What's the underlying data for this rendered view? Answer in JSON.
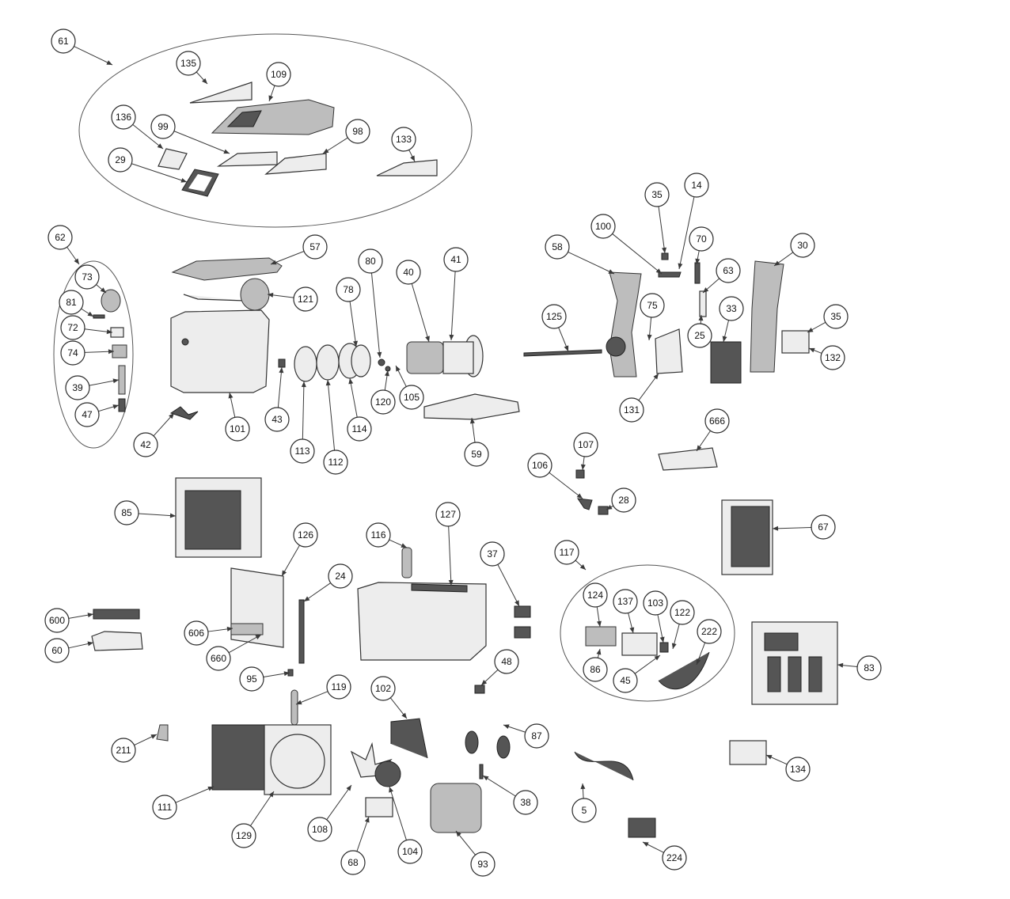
{
  "colors": {
    "line": "#333333",
    "fill": "#ededed",
    "dark": "#555555",
    "background": "#ffffff"
  },
  "labels": [
    "61",
    "135",
    "109",
    "136",
    "99",
    "98",
    "133",
    "29",
    "62",
    "73",
    "81",
    "72",
    "74",
    "39",
    "47",
    "42",
    "57",
    "121",
    "101",
    "43",
    "80",
    "78",
    "40",
    "41",
    "113",
    "112",
    "114",
    "120",
    "105",
    "59",
    "35",
    "14",
    "100",
    "70",
    "58",
    "63",
    "30",
    "75",
    "33",
    "125",
    "25",
    "35b",
    "132",
    "131",
    "666",
    "107",
    "106",
    "28",
    "85",
    "67",
    "126",
    "24",
    "116",
    "127",
    "37",
    "117",
    "124",
    "137",
    "103",
    "122",
    "222",
    "600",
    "60",
    "606",
    "660",
    "95",
    "48",
    "86",
    "45",
    "83",
    "119",
    "102",
    "87",
    "211",
    "111",
    "129",
    "108",
    "104",
    "38",
    "5",
    "134",
    "68",
    "93",
    "224"
  ],
  "label_text": {
    "61": "61",
    "135": "135",
    "109": "109",
    "136": "136",
    "99": "99",
    "98": "98",
    "133": "133",
    "29": "29",
    "62": "62",
    "73": "73",
    "81": "81",
    "72": "72",
    "74": "74",
    "39": "39",
    "47": "47",
    "42": "42",
    "57": "57",
    "121": "121",
    "101": "101",
    "43": "43",
    "80": "80",
    "78": "78",
    "40": "40",
    "41": "41",
    "113": "113",
    "112": "112",
    "114": "114",
    "120": "120",
    "105": "105",
    "59": "59",
    "35": "35",
    "14": "14",
    "100": "100",
    "70": "70",
    "58": "58",
    "63": "63",
    "30": "30",
    "75": "75",
    "33": "33",
    "125": "125",
    "25": "25",
    "35b": "35",
    "132": "132",
    "131": "131",
    "666": "666",
    "107": "107",
    "106": "106",
    "28": "28",
    "85": "85",
    "67": "67",
    "126": "126",
    "24": "24",
    "116": "116",
    "127": "127",
    "37": "37",
    "117": "117",
    "124": "124",
    "137": "137",
    "103": "103",
    "122": "122",
    "222": "222",
    "600": "600",
    "60": "60",
    "606": "606",
    "660": "660",
    "95": "95",
    "48": "48",
    "86": "86",
    "45": "45",
    "83": "83",
    "119": "119",
    "102": "102",
    "87": "87",
    "211": "211",
    "111": "111",
    "129": "129",
    "108": "108",
    "104": "104",
    "38": "38",
    "5": "5",
    "134": "134",
    "68": "68",
    "93": "93",
    "224": "224"
  },
  "icons": {
    "part_symbol": "exploded-view-part"
  }
}
